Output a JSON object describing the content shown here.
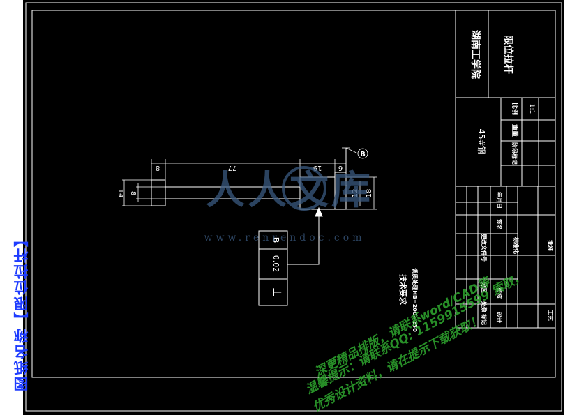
{
  "side_title": "图纸名称【限位拉杆】",
  "title_block": {
    "school": "湖南工学院",
    "part_name": "限位拉杆",
    "material": "45#钢",
    "scale_label": "比例",
    "scale_value": "1:1",
    "weight_label": "重量",
    "stage_mark_label": "阶段标记",
    "approve_label": "批准",
    "process_label": "工艺",
    "standard_label": "标准化",
    "review_label": "审核",
    "design_label": "设计",
    "mark_label": "标记",
    "count_label": "处数",
    "zone_label": "分区",
    "change_doc_label": "更改文件号",
    "sign_label": "签名",
    "date_label": "年月日"
  },
  "dimensions": {
    "d_left_len": "8",
    "d_mid_len": "77",
    "d_19": "19",
    "d_6": "6",
    "d_14": "14",
    "d_8v": "8",
    "d_12": "12",
    "d_18": "18"
  },
  "datum": "B",
  "tolerance": {
    "symbol": "⊥",
    "value": "0.02",
    "datum": "B"
  },
  "notes": {
    "title": "技术要求",
    "line1": "调质处理HB=200~250"
  },
  "watermark": {
    "brand": "人人文库",
    "url": "www.renrendoc.com",
    "line1": "深更精品排版，请联系word/CAD等",
    "line2": "温馨提示：请联系QQ: 1159915599 索取，",
    "line3": "优秀设计资料，请在提示下载获取！"
  },
  "colors": {
    "background": "#000000",
    "line": "#ffffff",
    "side_title": "#1e3cff",
    "watermark_text": "#2fa82f",
    "watermark_logo": "#3a5a80"
  }
}
